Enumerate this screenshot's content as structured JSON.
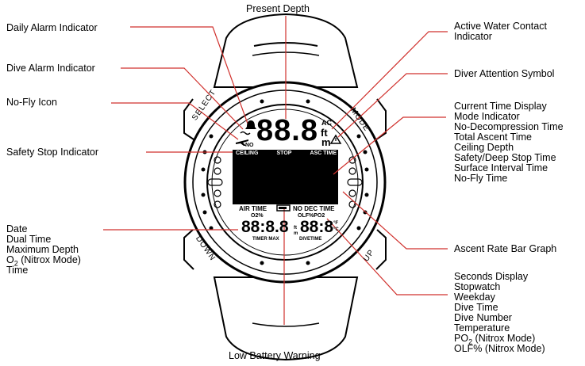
{
  "labels": {
    "present_depth": "Present Depth",
    "daily_alarm": "Daily Alarm Indicator",
    "dive_alarm": "Dive Alarm Indicator",
    "no_fly_icon": "No-Fly Icon",
    "safety_stop": "Safety Stop Indicator",
    "active_water": [
      "Active Water Contact",
      "Indicator"
    ],
    "diver_attention": "Diver Attention Symbol",
    "current_time_group": [
      "Current Time Display",
      "Mode Indicator",
      "No-Decompression Time",
      "Total Ascent Time",
      "Ceiling Depth",
      "Safety/Deep Stop Time",
      "Surface Interval Time",
      "No-Fly Time"
    ],
    "date_group_lines": [
      "Date",
      "Dual Time",
      "Maximum Depth"
    ],
    "o2_line": {
      "prefix": "O",
      "sub": "2",
      "suffix": " (Nitrox Mode)"
    },
    "time_line": "Time",
    "ascent_rate": "Ascent Rate Bar Graph",
    "seconds_group": [
      "Seconds Display",
      "Stopwatch",
      "Weekday",
      "Dive Time",
      "Dive Number",
      "Temperature"
    ],
    "po2_line": {
      "prefix": "PO",
      "sub": "2",
      "suffix": " (Nitrox Mode)"
    },
    "olf_line": "OLF% (Nitrox Mode)",
    "low_battery": "Low Battery Warning"
  },
  "watch": {
    "bezel": {
      "select": "SELECT",
      "mode": "MODE",
      "down": "DOWN",
      "up": "UP"
    },
    "depth_digits": "88.8",
    "unit_ft": "ft",
    "unit_m": "m",
    "ac": "AC",
    "no": "NO",
    "tabs": [
      "CEILING",
      "STOP",
      "ASC TIME"
    ],
    "row_labels": {
      "air_time": "AIR TIME",
      "no_dec_time": "NO DEC TIME",
      "o2pct": "O2%",
      "olf_po2": "OLF%PO2"
    },
    "left_digits": "88:8.8",
    "right_digits": "88:8",
    "bottom": {
      "timer_max": "TIMER MAX",
      "dive_time": "DIVETIME"
    },
    "unit_c": "°C",
    "unit_f": "°F",
    "unit_ft_small": "ft",
    "unit_m_small": "m"
  }
}
